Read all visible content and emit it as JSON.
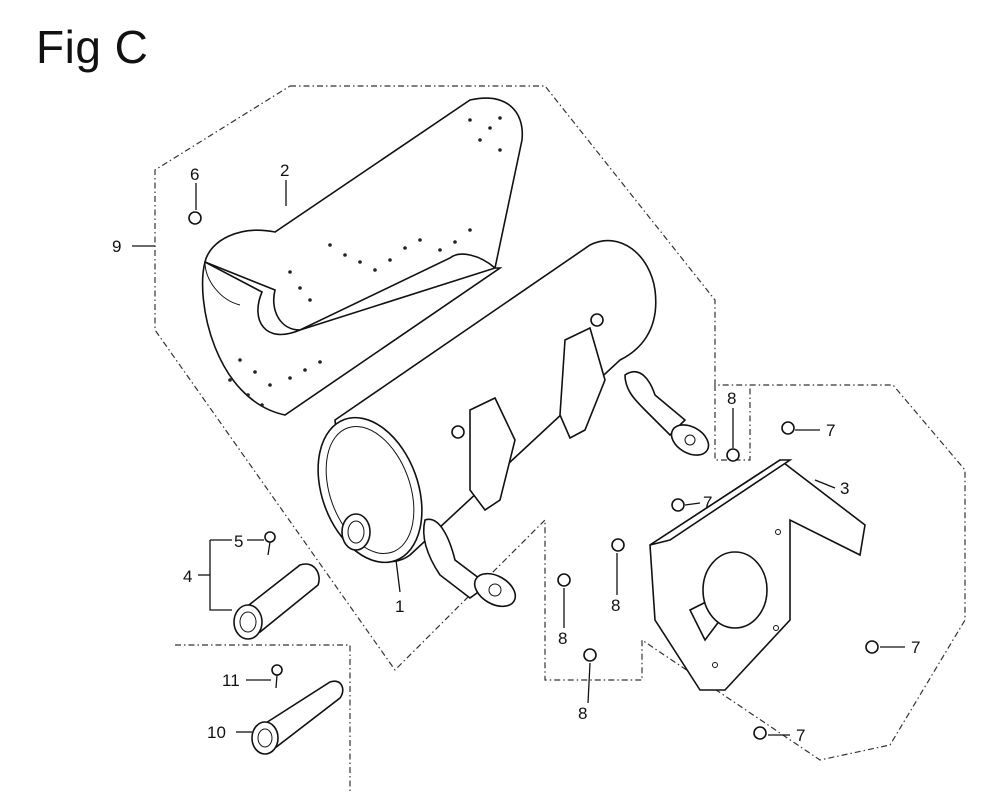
{
  "figure": {
    "title": "Fig C",
    "callouts": [
      {
        "id": "c1",
        "label": "1"
      },
      {
        "id": "c2",
        "label": "2"
      },
      {
        "id": "c3",
        "label": "3"
      },
      {
        "id": "c4",
        "label": "4"
      },
      {
        "id": "c5",
        "label": "5"
      },
      {
        "id": "c6",
        "label": "6"
      },
      {
        "id": "c7a",
        "label": "7"
      },
      {
        "id": "c7b",
        "label": "7"
      },
      {
        "id": "c7c",
        "label": "7"
      },
      {
        "id": "c7d",
        "label": "7"
      },
      {
        "id": "c8a",
        "label": "8"
      },
      {
        "id": "c8b",
        "label": "8"
      },
      {
        "id": "c8c",
        "label": "8"
      },
      {
        "id": "c8d",
        "label": "8"
      },
      {
        "id": "c9",
        "label": "9"
      },
      {
        "id": "c10",
        "label": "10"
      },
      {
        "id": "c11",
        "label": "11"
      }
    ]
  }
}
